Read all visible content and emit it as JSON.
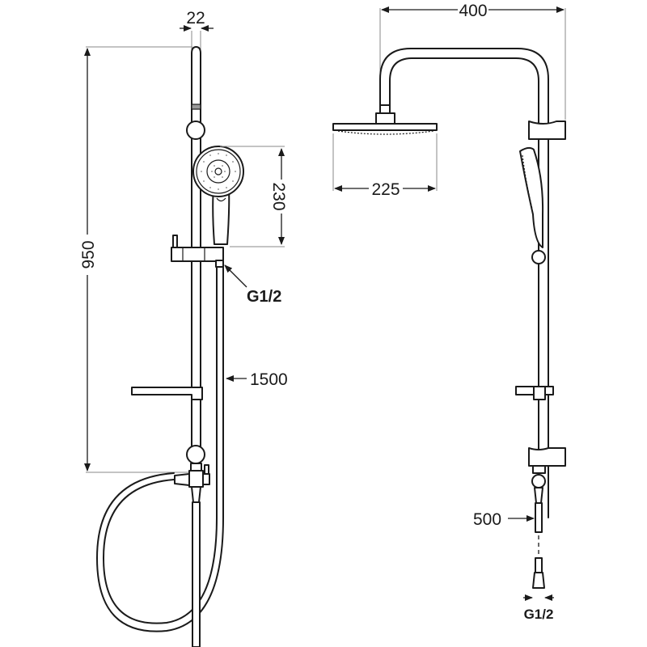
{
  "diagram": {
    "type": "technical-drawing",
    "subject": "shower column set (front and side view)",
    "colors": {
      "line": "#1a1a1a",
      "extension": "#8a8a8a",
      "background": "#ffffff",
      "spray_dots": "#9a9a9a"
    }
  },
  "left_view": {
    "dim_rail_width": "22",
    "dim_total_height": "950",
    "dim_hand_shower_length": "230",
    "label_hand_shower_thread": "G1/2",
    "label_hose_length": "1500"
  },
  "right_view": {
    "dim_arm_reach": "400",
    "dim_head_diameter": "225",
    "label_pipe_length": "500",
    "label_inlet_thread": "G1/2"
  }
}
